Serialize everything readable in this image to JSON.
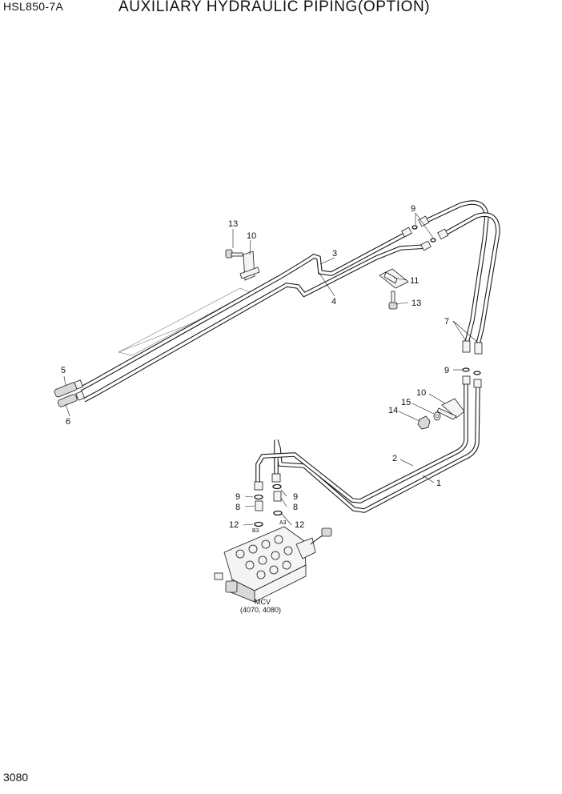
{
  "header": {
    "model": "HSL850-7A",
    "title": "AUXILIARY HYDRAULIC PIPING(OPTION)"
  },
  "footer": {
    "page_number": "3080"
  },
  "callouts": {
    "c13_top": "13",
    "c10_top": "10",
    "c9_top": "9",
    "c3": "3",
    "c11": "11",
    "c4": "4",
    "c13_right": "13",
    "c7": "7",
    "c9_right": "9",
    "c5": "5",
    "c6": "6",
    "c10_right": "10",
    "c15": "15",
    "c14": "14",
    "c2": "2",
    "c1": "1",
    "c9_left_a": "9",
    "c9_left_b": "9",
    "c8_left": "8",
    "c8_right": "8",
    "c12_left": "12",
    "c12_right": "12"
  },
  "port_labels": {
    "b3": "B3",
    "a3": "A3"
  },
  "mcv": {
    "label": "MCV",
    "models": "(4070, 4080)"
  }
}
